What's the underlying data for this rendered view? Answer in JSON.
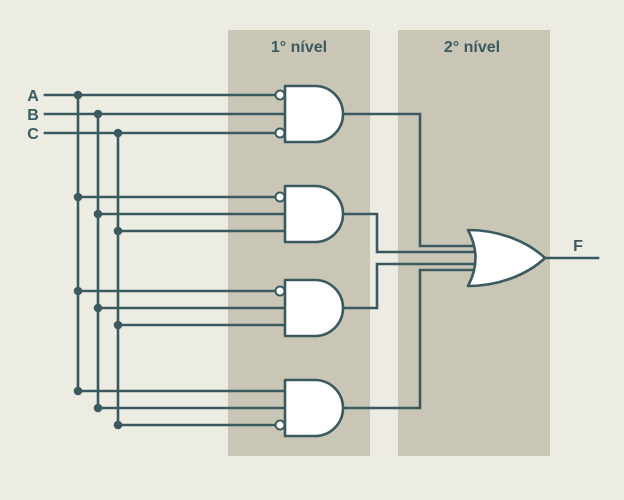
{
  "diagram": {
    "bands": [
      {
        "label": "1° nível"
      },
      {
        "label": "2° nível"
      }
    ],
    "inputs": [
      "A",
      "B",
      "C"
    ],
    "output_label": "F",
    "level1_gates": [
      {
        "type": "AND",
        "num_inputs": 3,
        "inverted_inputs": [
          "A",
          "C"
        ]
      },
      {
        "type": "AND",
        "num_inputs": 3,
        "inverted_inputs": [
          "A"
        ]
      },
      {
        "type": "AND",
        "num_inputs": 3,
        "inverted_inputs": [
          "A"
        ]
      },
      {
        "type": "AND",
        "num_inputs": 3,
        "inverted_inputs": [
          "C"
        ]
      }
    ],
    "level2_gate": {
      "type": "OR",
      "num_inputs": 4
    },
    "colors": {
      "background": "#edece3",
      "band": "#c9c6b6",
      "line": "#3a5a60",
      "gate_fill": "#ffffff"
    }
  }
}
